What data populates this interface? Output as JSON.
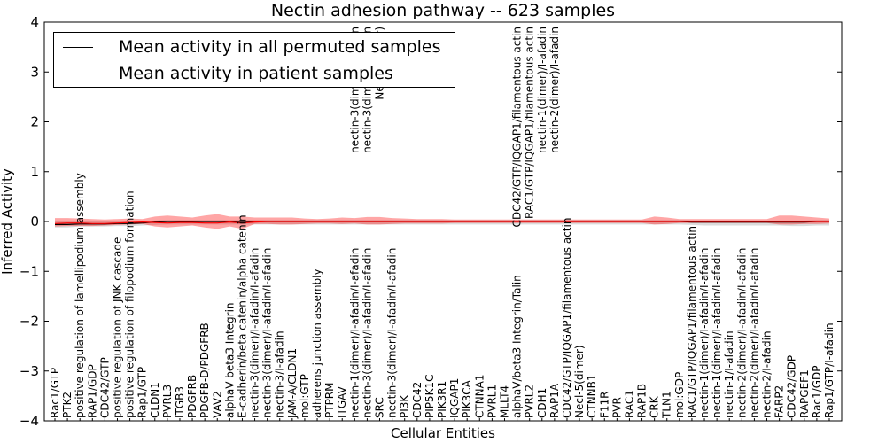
{
  "chart_data": {
    "type": "line",
    "title": "Nectin adhesion pathway -- 623 samples",
    "xlabel": "Cellular Entities",
    "ylabel": "Inferred Activity",
    "ylim": [
      -4,
      4
    ],
    "yticks": [
      "4",
      "3",
      "2",
      "1",
      "0",
      "−1",
      "−2",
      "−3",
      "−4"
    ],
    "grid": false,
    "legend_position": "top-left",
    "categories": [
      "Rac1/GTP",
      "PTK2",
      "positive regulation of lamellipodium assembly",
      "RAP1/GDP",
      "CDC42/GTP",
      "positive regulation of JNK cascade",
      "positive regulation of filopodium formation",
      "Rap1/GTP",
      "CLDN1",
      "PVRL3",
      "ITGB3",
      "PDGFRB",
      "PDGFB-D/PDGFRB",
      "VAV2",
      "alphaV beta3 Integrin",
      "E-cadherin/beta catenin/alpha catenin",
      "nectin-3(dimer)/I-afadin/I-afadin",
      "nectin-3(dimer)/I-afadin/I-afadin",
      "nectin-3/I-afadin",
      "JAM-A/CLDN1",
      "mol:GTP",
      "adherens junction assembly",
      "PTPRM",
      "ITGAV",
      "nectin-1(dimer)/I-afadin/I-afadin",
      "nectin-3(dimer)/I-afadin/I-afadin",
      "SRC",
      "nectin-3(dimer)/I-afadin/I-afadin",
      "PI3K",
      "CDC42",
      "PIP5K1C",
      "PIK3R1",
      "IQGAP1",
      "PIK3CA",
      "CTNNA1",
      "PVRL1",
      "MLLT4",
      "alphaV/beta3 Integrin/Talin",
      "PVRL2",
      "CDH1",
      "RAP1A",
      "CDC42/GTP/IQGAP1/filamentous actin",
      "Necl-5(dimer)",
      "CTNNB1",
      "F11R",
      "PVR",
      "RAC1",
      "RAP1B",
      "CRK",
      "TLN1",
      "mol:GDP",
      "RAC1/GTP/IQGAP1/filamentous actin",
      "nectin-1(dimer)/I-afadin/I-afadin",
      "nectin-1(dimer)/I-afadin/I-afadin",
      "nectin-1/I-afadin",
      "nectin-2(dimer)/I-afadin/I-afadin",
      "nectin-2(dimer)/I-afadin/I-afadin",
      "nectin-2/I-afadin",
      "FARP2",
      "CDC42/GDP",
      "RAPGEF1",
      "Rac1/GDP",
      "Rap1/GTP/I-afadin"
    ],
    "upper_labels": [
      {
        "index": 24,
        "label": "nectin-3(dimer)/I-afadin"
      },
      {
        "index": 25,
        "label": "nectin-3(dimer)/I-afadin"
      },
      {
        "index": 26,
        "label": "Necl-5(dimer)"
      },
      {
        "index": 37,
        "label": "CDC42/GTP/IQGAP1/filamentous actin"
      },
      {
        "index": 38,
        "label": "RAC1/GTP/IQGAP1/filamentous actin"
      },
      {
        "index": 39,
        "label": "nectin-1(dimer)/I-afadin"
      },
      {
        "index": 40,
        "label": "nectin-2(dimer)/I-afadin"
      }
    ],
    "series": [
      {
        "name": "Mean activity in all permuted samples",
        "color": "#000000",
        "values": [
          -0.06,
          -0.06,
          -0.05,
          -0.05,
          -0.05,
          -0.04,
          -0.04,
          -0.03,
          -0.01,
          0.0,
          0.0,
          0.0,
          0.0,
          0.0,
          0.0,
          0.0,
          0.0,
          0.0,
          0.0,
          0.0,
          0.0,
          0.0,
          0.0,
          0.0,
          0.0,
          0.0,
          0.0,
          0.0,
          0.0,
          0.0,
          0.0,
          0.0,
          0.0,
          0.0,
          0.0,
          0.0,
          0.0,
          0.0,
          0.0,
          0.0,
          0.0,
          0.0,
          0.0,
          0.0,
          0.0,
          0.0,
          0.0,
          0.0,
          0.0,
          0.0,
          0.0,
          -0.01,
          -0.01,
          -0.01,
          -0.01,
          -0.01,
          -0.01,
          -0.01,
          -0.01,
          -0.01,
          -0.01,
          0.0,
          0.0
        ],
        "band_lower": [
          -0.12,
          -0.12,
          -0.1,
          -0.1,
          -0.1,
          -0.09,
          -0.09,
          -0.08,
          -0.07,
          -0.06,
          -0.06,
          -0.06,
          -0.06,
          -0.06,
          -0.06,
          -0.06,
          -0.06,
          -0.06,
          -0.06,
          -0.06,
          -0.06,
          -0.06,
          -0.06,
          -0.06,
          -0.06,
          -0.06,
          -0.06,
          -0.06,
          -0.06,
          -0.06,
          -0.06,
          -0.06,
          -0.06,
          -0.06,
          -0.06,
          -0.06,
          -0.06,
          -0.06,
          -0.06,
          -0.06,
          -0.06,
          -0.06,
          -0.06,
          -0.06,
          -0.06,
          -0.06,
          -0.06,
          -0.06,
          -0.06,
          -0.06,
          -0.06,
          -0.07,
          -0.08,
          -0.08,
          -0.08,
          -0.08,
          -0.08,
          -0.08,
          -0.08,
          -0.09,
          -0.09,
          -0.08,
          -0.08
        ],
        "band_upper": [
          0.0,
          0.0,
          0.0,
          0.0,
          0.0,
          0.01,
          0.01,
          0.01,
          0.02,
          0.03,
          0.03,
          0.03,
          0.03,
          0.03,
          0.03,
          0.03,
          0.03,
          0.03,
          0.03,
          0.03,
          0.03,
          0.03,
          0.03,
          0.03,
          0.03,
          0.03,
          0.03,
          0.03,
          0.03,
          0.03,
          0.03,
          0.03,
          0.03,
          0.03,
          0.03,
          0.03,
          0.03,
          0.03,
          0.03,
          0.03,
          0.03,
          0.03,
          0.03,
          0.03,
          0.03,
          0.03,
          0.03,
          0.03,
          0.03,
          0.03,
          0.03,
          0.02,
          0.02,
          0.02,
          0.02,
          0.02,
          0.02,
          0.02,
          0.02,
          0.02,
          0.02,
          0.03,
          0.03
        ]
      },
      {
        "name": "Mean activity in patient samples",
        "color": "#ff0000",
        "values": [
          -0.04,
          -0.03,
          -0.03,
          -0.04,
          -0.04,
          -0.03,
          -0.02,
          -0.01,
          -0.02,
          -0.03,
          -0.02,
          -0.02,
          -0.03,
          -0.03,
          -0.01,
          -0.03,
          -0.01,
          0.0,
          0.0,
          0.0,
          0.0,
          0.0,
          0.0,
          0.0,
          0.0,
          0.0,
          0.0,
          0.0,
          0.0,
          0.0,
          0.0,
          0.0,
          0.0,
          0.0,
          0.0,
          0.0,
          0.0,
          0.0,
          0.0,
          0.0,
          0.0,
          0.0,
          0.0,
          0.0,
          0.0,
          0.0,
          0.0,
          0.0,
          0.0,
          0.0,
          0.0,
          0.0,
          0.0,
          0.0,
          0.0,
          0.0,
          0.0,
          0.0,
          0.0,
          0.0,
          0.0,
          0.0,
          0.0
        ],
        "band_lower": [
          -0.1,
          -0.09,
          -0.09,
          -0.09,
          -0.08,
          -0.07,
          -0.06,
          -0.05,
          -0.1,
          -0.12,
          -0.1,
          -0.08,
          -0.12,
          -0.15,
          -0.1,
          -0.15,
          -0.05,
          -0.05,
          -0.06,
          -0.06,
          -0.05,
          -0.04,
          -0.04,
          -0.05,
          -0.04,
          -0.06,
          -0.06,
          -0.05,
          -0.04,
          -0.04,
          -0.04,
          -0.04,
          -0.03,
          -0.03,
          -0.03,
          -0.03,
          -0.03,
          -0.03,
          -0.03,
          -0.03,
          -0.03,
          -0.03,
          -0.03,
          -0.03,
          -0.03,
          -0.03,
          -0.03,
          -0.03,
          -0.06,
          -0.05,
          -0.03,
          -0.03,
          -0.03,
          -0.03,
          -0.03,
          -0.03,
          -0.03,
          -0.03,
          -0.06,
          -0.06,
          -0.05,
          -0.05,
          -0.04
        ],
        "band_upper": [
          0.07,
          0.07,
          0.06,
          0.05,
          0.04,
          0.05,
          0.06,
          0.05,
          0.1,
          0.12,
          0.1,
          0.08,
          0.12,
          0.15,
          0.1,
          0.1,
          0.08,
          0.08,
          0.08,
          0.08,
          0.06,
          0.05,
          0.06,
          0.08,
          0.07,
          0.09,
          0.09,
          0.07,
          0.06,
          0.05,
          0.05,
          0.05,
          0.04,
          0.04,
          0.04,
          0.04,
          0.04,
          0.04,
          0.04,
          0.04,
          0.04,
          0.04,
          0.04,
          0.04,
          0.04,
          0.04,
          0.04,
          0.04,
          0.1,
          0.08,
          0.05,
          0.05,
          0.05,
          0.05,
          0.05,
          0.05,
          0.05,
          0.05,
          0.12,
          0.12,
          0.1,
          0.08,
          0.06
        ]
      }
    ]
  }
}
